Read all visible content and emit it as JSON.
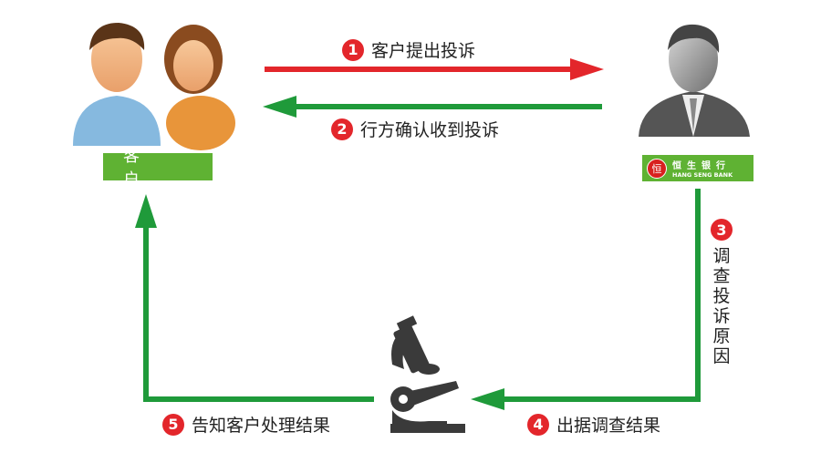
{
  "customer": {
    "label": "客 户"
  },
  "bank": {
    "name_cn": "恒生银行",
    "name_en": "HANG SENG BANK",
    "seal": "恒"
  },
  "steps": [
    {
      "num": "1",
      "text": "客户提出投诉"
    },
    {
      "num": "2",
      "text": "行方确认收到投诉"
    },
    {
      "num": "3",
      "text": "调查投诉原因"
    },
    {
      "num": "4",
      "text": "出据调查结果"
    },
    {
      "num": "5",
      "text": "告知客户处理结果"
    }
  ],
  "colors": {
    "red": "#e3262b",
    "green": "#1f9a3a",
    "label_green": "#5fb233"
  }
}
